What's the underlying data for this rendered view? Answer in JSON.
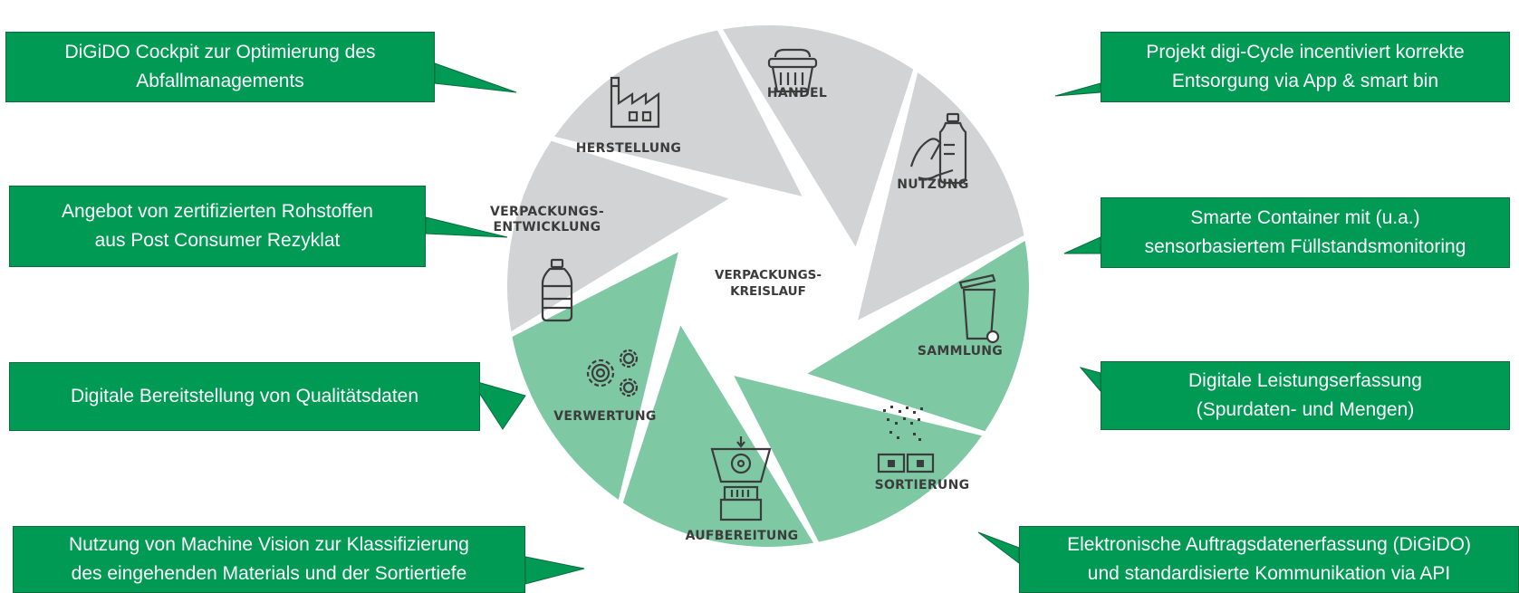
{
  "colors": {
    "gray_segment": "#d1d3d4",
    "green_segment": "#7ec8a4",
    "callout": "#009a54",
    "callout_border": "#0b6b3d"
  },
  "center": {
    "line1": "VERPACKUNGS-",
    "line2": "KREISLAUF"
  },
  "segments": [
    {
      "id": "handel",
      "lines": [
        "HANDEL"
      ],
      "icon": "basket-icon",
      "tone": "gray"
    },
    {
      "id": "nutzung",
      "lines": [
        "NUTZUNG"
      ],
      "icon": "hand-bottle-icon",
      "tone": "gray"
    },
    {
      "id": "sammlung",
      "lines": [
        "SAMMLUNG"
      ],
      "icon": "trash-bin-icon",
      "tone": "green"
    },
    {
      "id": "sortierung",
      "lines": [
        "SORTIERUNG"
      ],
      "icon": "sorting-icon",
      "tone": "green"
    },
    {
      "id": "aufbereitung",
      "lines": [
        "AUFBEREITUNG"
      ],
      "icon": "shredder-icon",
      "tone": "green"
    },
    {
      "id": "verwertung",
      "lines": [
        "VERWERTUNG"
      ],
      "icon": "gears-icon",
      "tone": "green"
    },
    {
      "id": "verpackungsentwicklung",
      "lines": [
        "VERPACKUNGS-",
        "ENTWICKLUNG"
      ],
      "icon": "bottle-icon",
      "tone": "gray"
    },
    {
      "id": "herstellung",
      "lines": [
        "HERSTELLUNG"
      ],
      "icon": "factory-icon",
      "tone": "gray"
    }
  ],
  "callouts": {
    "digido_cockpit": "DiGiDO Cockpit zur Optimierung des\nAbfallmanagements",
    "rohstoffe": "Angebot von zertifizierten Rohstoffen\naus Post Consumer Rezyklat",
    "qualitaetsdaten": "Digitale Bereitstellung von Qualitätsdaten",
    "machine_vision": "Nutzung von Machine Vision zur Klassifizierung\ndes eingehenden Materials und der Sortiertiefe",
    "digi_cycle": "Projekt digi-Cycle incentiviert korrekte\nEntsorgung via App & smart bin",
    "smarte_container": "Smarte Container mit (u.a.)\nsensorbasiertem Füllstandsmonitoring",
    "leistungserfassung": "Digitale Leistungserfassung\n(Spurdaten- und Mengen)",
    "auftragsdaten": "Elektronische Auftragsdatenerfassung (DiGiDO)\nund standardisierte Kommunikation via API"
  }
}
